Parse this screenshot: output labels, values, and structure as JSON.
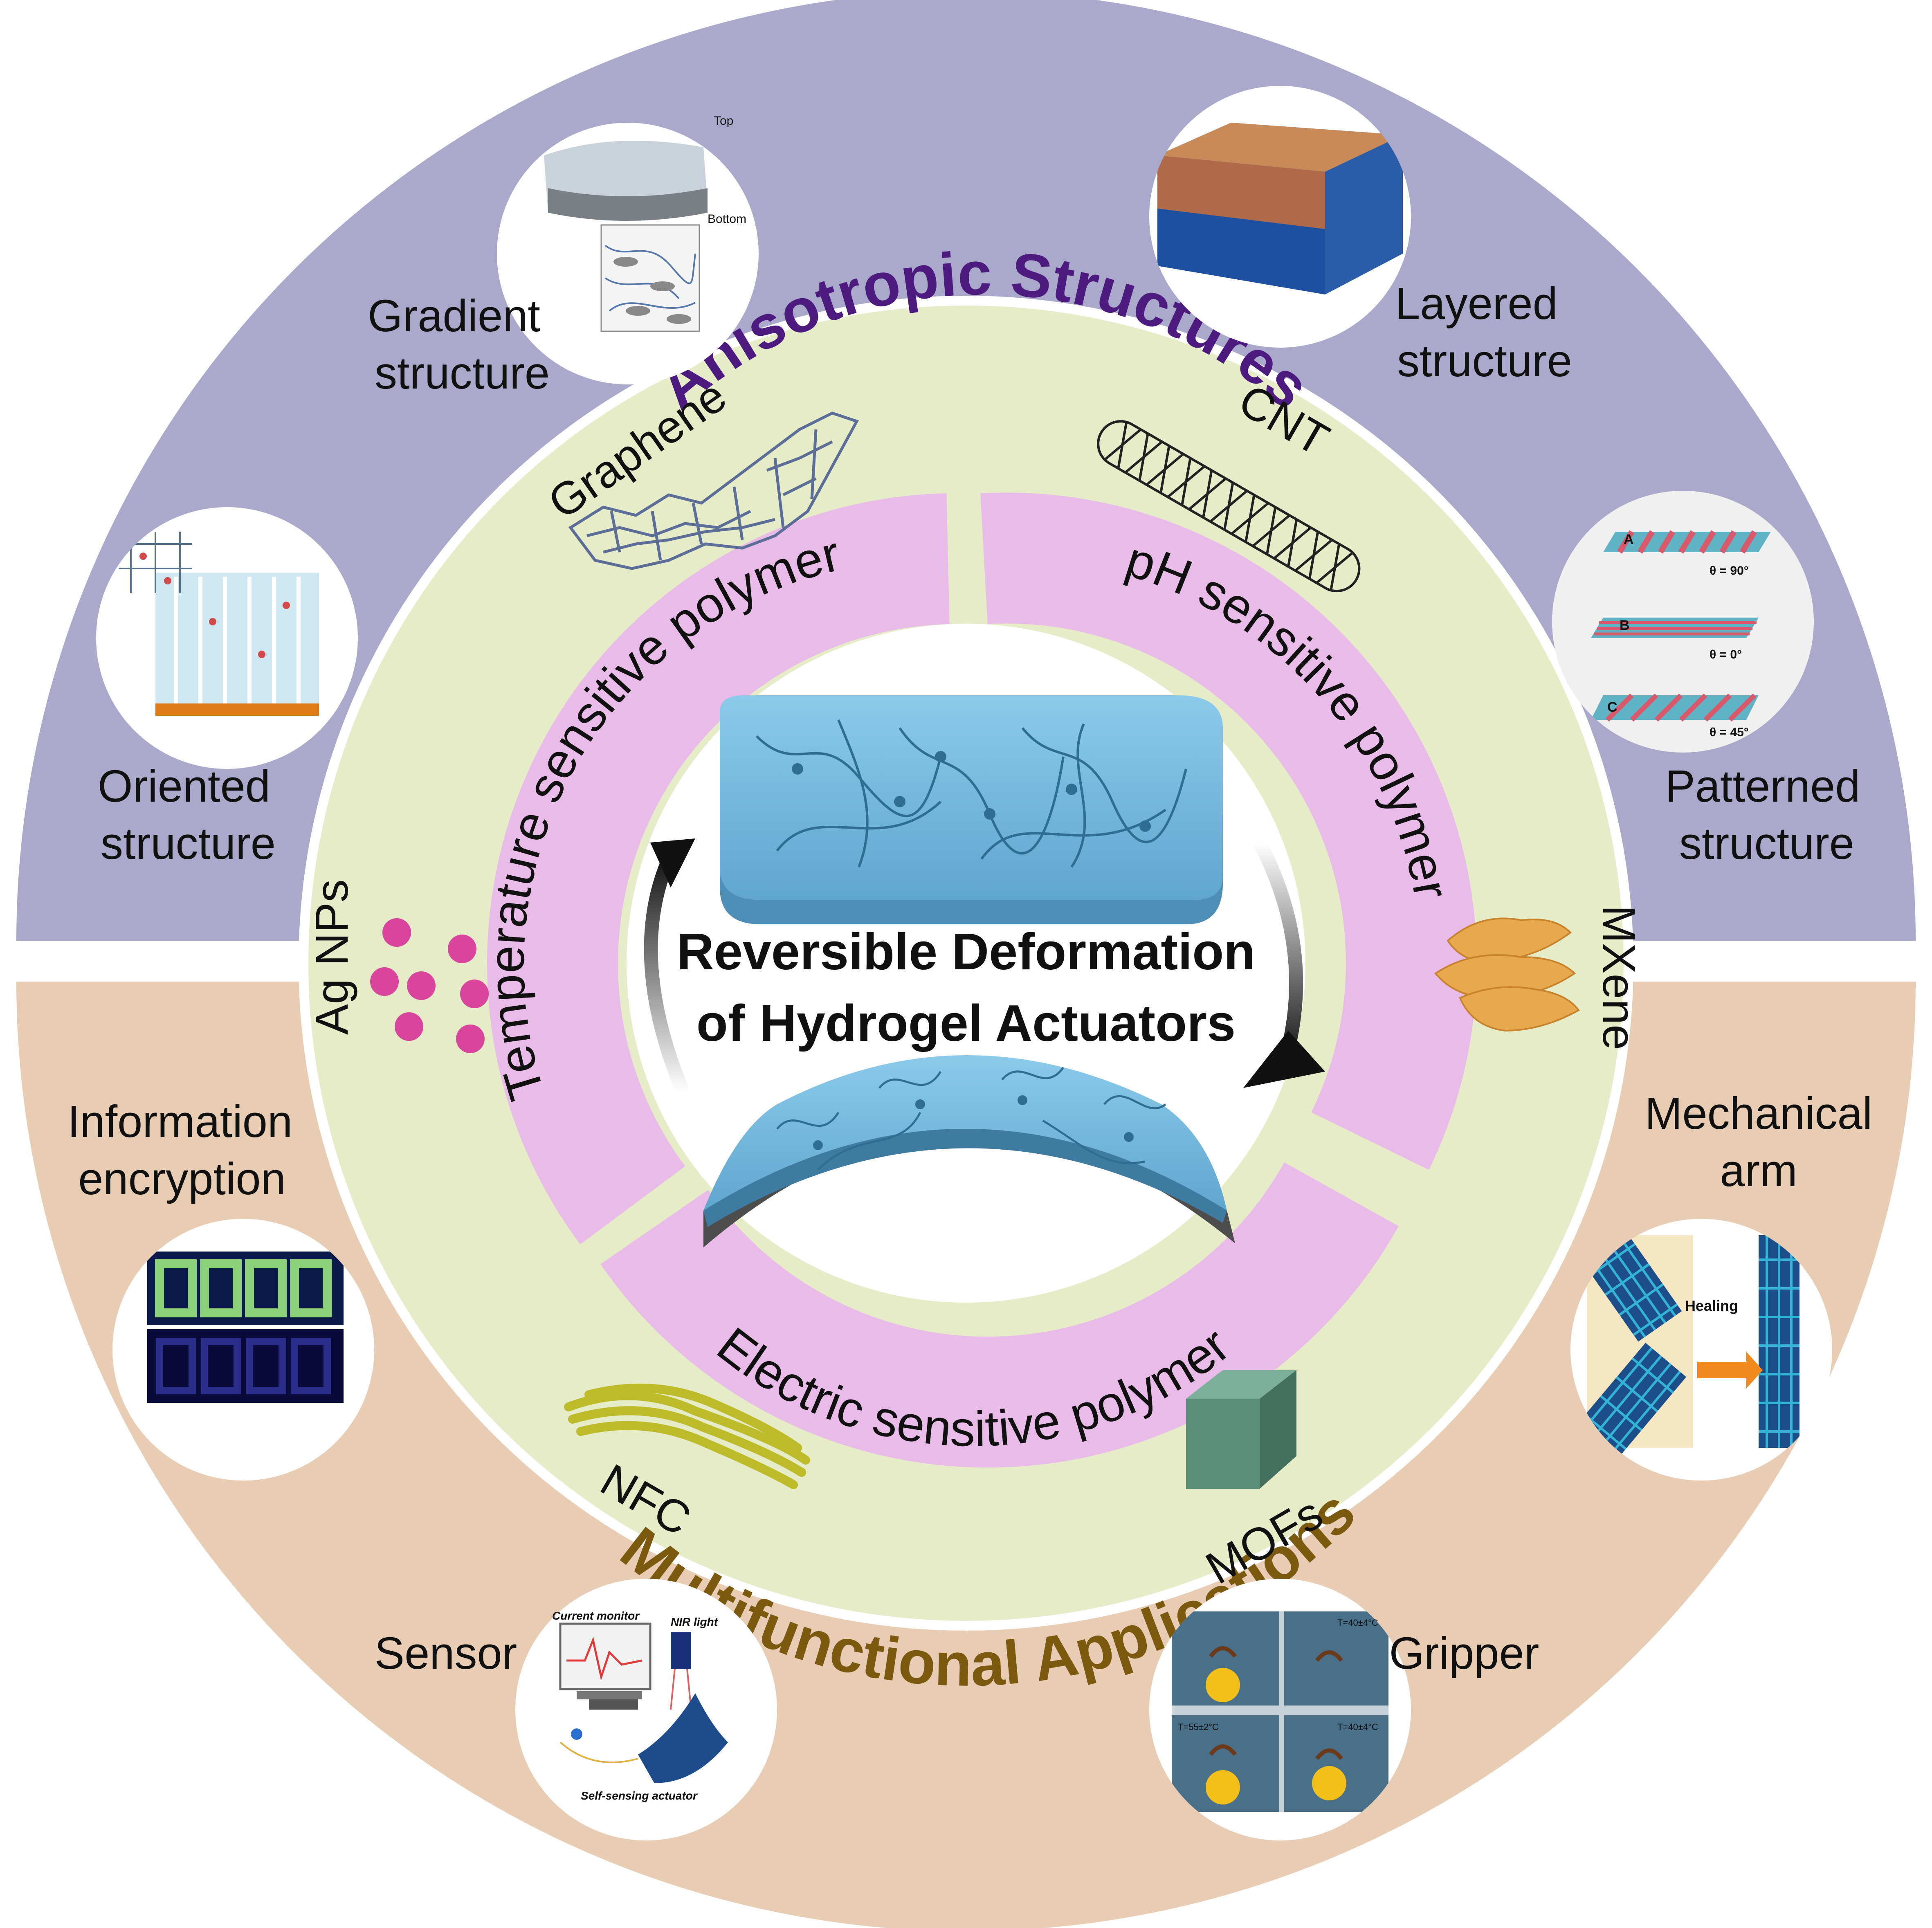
{
  "center": {
    "title_line1": "Reversible Deformation",
    "title_line2": "of Hydrogel Actuators"
  },
  "polymer_ring": {
    "temperature": "Temperature sensitive polymer",
    "ph": "pH sensitive polymer",
    "electric": "Electric sensitive polymer"
  },
  "fillers": {
    "graphene": "Graphene",
    "cnt": "CNT",
    "mxene": "MXene",
    "mofs": "MOFs",
    "nfc": "NFC",
    "ag_nps": "Ag NPs"
  },
  "sections": {
    "structures_title": "Anisotropic  Structures",
    "applications_title": "Multifunctional  Applications"
  },
  "structures": {
    "gradient": [
      "Gradient",
      "structure"
    ],
    "layered": [
      "Layered",
      "structure"
    ],
    "oriented": [
      "Oriented",
      "structure"
    ],
    "patterned": [
      "Patterned",
      "structure"
    ]
  },
  "applications": {
    "information": [
      "Information",
      "encryption"
    ],
    "mechanical": [
      "Mechanical",
      "arm"
    ],
    "sensor": "Sensor",
    "gripper": "Gripper"
  },
  "inset_text": {
    "gradient_top": "Top",
    "gradient_bottom": "Bottom",
    "pattern_a": "A",
    "pattern_b": "B",
    "pattern_c": "C",
    "theta_90": "θ = 90°",
    "theta_0": "θ = 0°",
    "theta_45": "θ = 45°",
    "healing": "Healing",
    "current_monitor": "Current monitor",
    "nir_light": "NIR light",
    "self_sensing": "Self-sensing actuator",
    "t1": "T=40±4°C",
    "t2": "T=55±2°C",
    "t3": "T=40±4°C"
  },
  "colors": {
    "top_band": "#aaa8cb",
    "bottom_band": "#e8cdb4",
    "green_ring": "#e6ebc8",
    "pink_ring": "#e9bbe8",
    "structures_title": "#4d1a7f",
    "applications_title": "#7b5a10",
    "hydrogel": "#7bbde0"
  }
}
